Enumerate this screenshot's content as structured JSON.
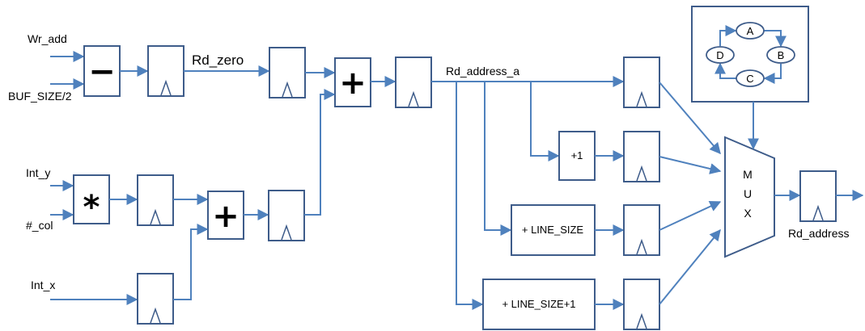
{
  "inputs": {
    "wr_add": "Wr_add",
    "buf_size_half": "BUF_SIZE/2",
    "int_y": "Int_y",
    "num_col": "#_col",
    "int_x": "Int_x"
  },
  "signals": {
    "rd_zero": "Rd_zero",
    "rd_address_a": "Rd_address_a",
    "rd_address": "Rd_address"
  },
  "operators": {
    "subtract": "−",
    "multiply": "*",
    "add_1": "+",
    "add_2": "+",
    "plus_one": "+1",
    "plus_line_size": "+ LINE_SIZE",
    "plus_line_size_plus_one": "+ LINE_SIZE+1"
  },
  "mux": {
    "letters": [
      "M",
      "U",
      "X"
    ]
  },
  "state_machine": {
    "states": [
      "A",
      "B",
      "C",
      "D"
    ]
  },
  "colors": {
    "wire": "#4f81bd",
    "box_border": "#3e5c8a"
  }
}
